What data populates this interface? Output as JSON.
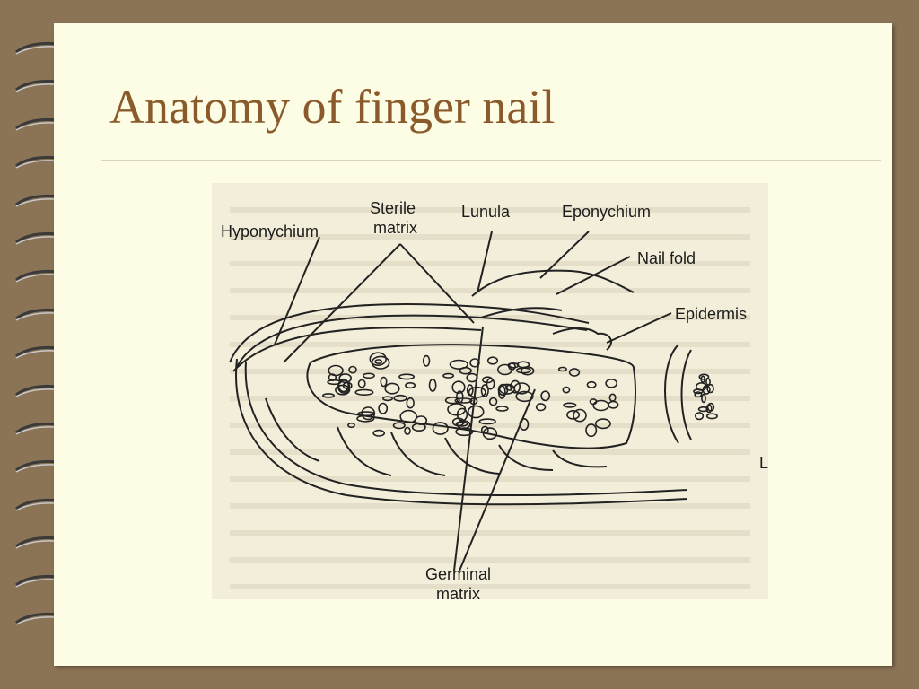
{
  "slide": {
    "title": "Anatomy of finger nail"
  },
  "diagram": {
    "labels": {
      "hyponychium": "Hyponychium",
      "sterile_matrix_line1": "Sterile",
      "sterile_matrix_line2": "matrix",
      "lunula": "Lunula",
      "eponychium": "Eponychium",
      "nail_fold": "Nail fold",
      "epidermis": "Epidermis",
      "germinal_matrix_line1": "Germinal",
      "germinal_matrix_line2": "matrix",
      "edge_fragment": "L"
    }
  },
  "colors": {
    "background": "#8b7355",
    "page": "#fdfde5",
    "title": "#8b5a2b",
    "figure_bg": "#f2eed9",
    "ink": "#1c1c1c"
  },
  "icons": {
    "binding": "spiral-ring-icon"
  }
}
